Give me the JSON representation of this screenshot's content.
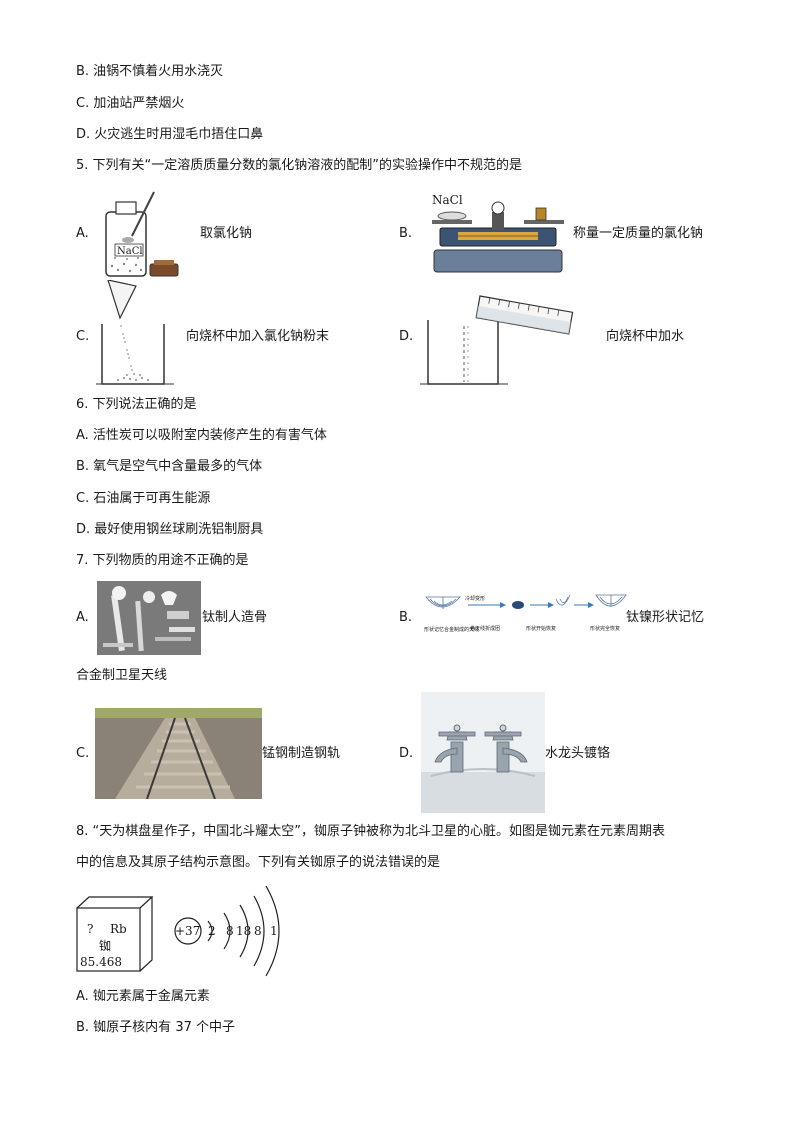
{
  "lines": {
    "q4b": "B. 油锅不慎着火用水浇灭",
    "q4c": "C. 加油站严禁烟火",
    "q4d": "D. 火灾逃生时用湿毛巾捂住口鼻",
    "q5": "5. 下列有关“一定溶质质量分数的氯化钠溶液的配制”的实验操作中不规范的是",
    "q6": "6. 下列说法正确的是",
    "q6a": "A. 活性炭可以吸附室内装修产生的有害气体",
    "q6b": "B. 氧气是空气中含量最多的气体",
    "q6c": "C. 石油属于可再生能源",
    "q6d": "D. 最好使用钢丝球刷洗铝制厨具",
    "q7": "7. 下列物质的用途不正确的是",
    "q7b_cont": "合金制卫星天线",
    "q8_l1": "8. “天为棋盘星作子，中国北斗耀太空”，铷原子钟被称为北斗卫星的心脏。如图是铷元素在元素周期表",
    "q8_l2": "中的信息及其原子结构示意图。下列有关铷原子的说法错误的是",
    "q8a": "A. 铷元素属于金属元素",
    "q8b": "B. 铷原子核内有 37 个中子"
  },
  "q5": {
    "a": {
      "letter": "A.",
      "text": "取氯化钠",
      "bottle_label": "NaCl"
    },
    "b": {
      "letter": "B.",
      "text": "称量一定质量的氯化钠",
      "pan_label": "NaCl"
    },
    "c": {
      "letter": "C.",
      "text": "向烧杯中加入氯化钠粉末"
    },
    "d": {
      "letter": "D.",
      "text": "向烧杯中加水"
    }
  },
  "q7": {
    "a": {
      "letter": "A.",
      "text": "钛制人造骨"
    },
    "b": {
      "letter": "B.",
      "text": "钛镍形状记忆",
      "diagram_labels": [
        "形状记忆合金制成的天线",
        "卷天线折成团",
        "形状开始恢复",
        "形状完全恢复"
      ],
      "arrow_label": "冷却变形"
    },
    "c": {
      "letter": "C.",
      "text": "锰钢制造钢轨"
    },
    "d": {
      "letter": "D.",
      "text": "水龙头镀铬"
    }
  },
  "q8_figure": {
    "element": {
      "number": "?",
      "symbol": "Rb",
      "name": "铷",
      "mass": "85.468"
    },
    "atom": {
      "nucleus": "+37",
      "shells": [
        "2",
        "8",
        "18",
        "8",
        "1"
      ]
    }
  }
}
